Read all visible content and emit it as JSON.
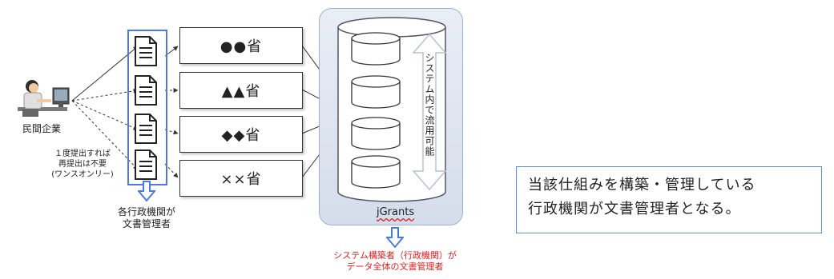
{
  "left": {
    "company_label": "民間企業",
    "note_lines": [
      "１度提出すれば",
      "再提出は不要",
      "(ワンスオンリー)"
    ],
    "doc_caption_lines": [
      "各行政機関が",
      "文書管理者"
    ]
  },
  "ministries": [
    "●●省",
    "▲▲省",
    "◆◆省",
    "××省"
  ],
  "system": {
    "name": "jGrants",
    "flow_label": "システム内で流用可能",
    "caption_lines": [
      "システム構築者（行政機関）が",
      "データ全体の文書管理者"
    ]
  },
  "right_box": {
    "lines": [
      "当該仕組みを構築・管理している",
      "行政機関が文書管理者となる。"
    ]
  },
  "colors": {
    "doc_frame": "#4a7be0",
    "arrow_blue": "#4a7be0",
    "caption_red": "#e02020",
    "right_box_border": "#5a8fd0"
  }
}
